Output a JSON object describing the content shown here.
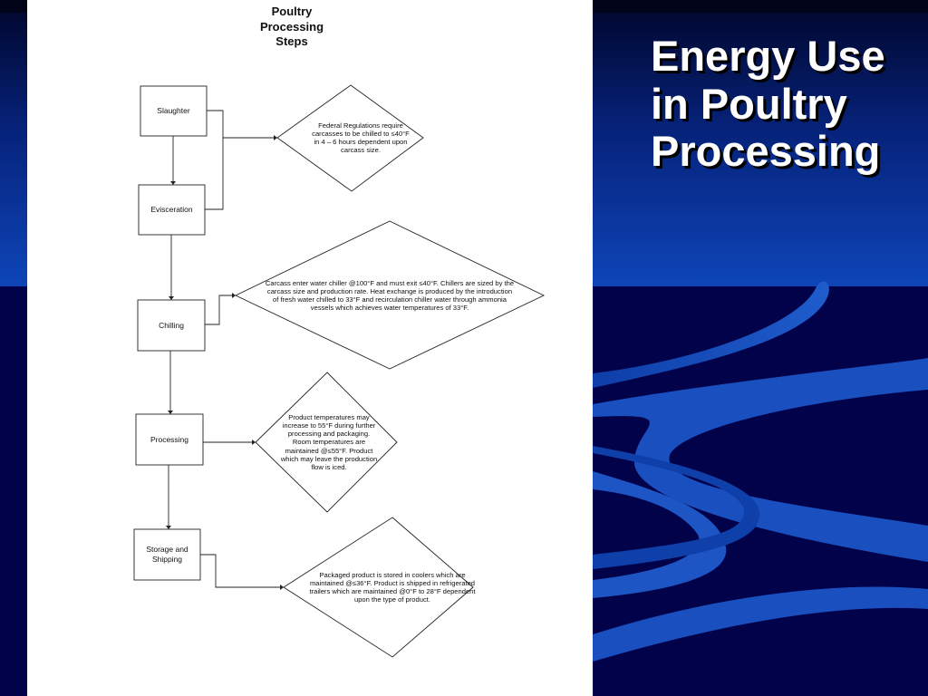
{
  "slide": {
    "title": "Energy Use\nin Poultry\nProcessing"
  },
  "flowchart": {
    "title": "Poultry\nProcessing\nSteps",
    "steps": [
      {
        "label": "Slaughter"
      },
      {
        "label": "Evisceration"
      },
      {
        "label": "Chilling"
      },
      {
        "label": "Processing"
      },
      {
        "label": "Storage and\nShipping"
      }
    ],
    "notes": [
      {
        "text": "Federal Regulations require carcasses to be chilled to ≤40°F in 4 – 6 hours dependent upon carcass size."
      },
      {
        "text": "Carcass enter water chiller @100°F and must exit ≤40°F. Chillers are sized by the carcass size and production rate. Heat exchange is produced by the introduction of fresh water chilled to 33°F and recirculation chiller water through ammonia vessels which achieves water temperatures of 33°F."
      },
      {
        "text": "Product temperatures may increase to 55°F during further processing and packaging. Room temperatures are maintained @≤55°F. Product which may leave the production flow is iced."
      },
      {
        "text": "Packaged product is stored in coolers which are maintained @≤36°F. Product is shipped in refrigerated trailers which are maintained @0°F to 28°F dependent upon the type of product."
      }
    ]
  },
  "colors": {
    "background_dark": "#02024a",
    "background_band": "#0a3a9e",
    "wave_light": "#1d56c4",
    "title_text": "#ffffff",
    "paper": "#ffffff",
    "ink": "#111111"
  }
}
